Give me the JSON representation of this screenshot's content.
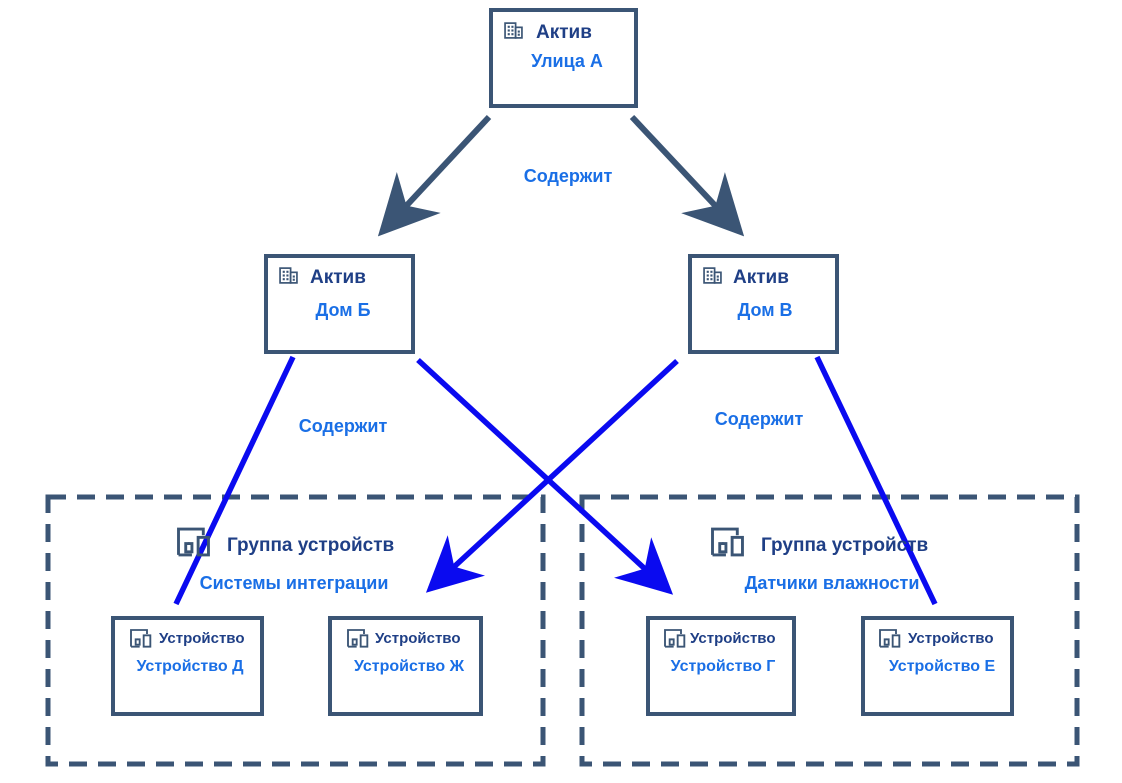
{
  "colors": {
    "box_stroke": "#3b5575",
    "dark_text": "#1f3f86",
    "blue_text": "#1a6fe6",
    "blue_line": "#0a0af0",
    "dark_line": "#3b5575"
  },
  "assets": {
    "street": {
      "type": "Актив",
      "name": "Улица А",
      "icon": "building-icon"
    },
    "house_b": {
      "type": "Актив",
      "name": "Дом Б",
      "icon": "building-icon"
    },
    "house_v": {
      "type": "Актив",
      "name": "Дом В",
      "icon": "building-icon"
    }
  },
  "relations": {
    "top": "Содержит",
    "left": "Содержит",
    "right": "Содержит"
  },
  "groups": {
    "left": {
      "type": "Группа устройств",
      "name": "Системы интеграции",
      "icon": "device-group-icon"
    },
    "right": {
      "type": "Группа устройств",
      "name": "Датчики влажности",
      "icon": "device-group-icon"
    }
  },
  "devices": {
    "d": {
      "type": "Устройство",
      "name": "Устройство Д",
      "icon": "device-icon"
    },
    "zh": {
      "type": "Устройство",
      "name": "Устройство Ж",
      "icon": "device-icon"
    },
    "g": {
      "type": "Устройство",
      "name": "Устройство Г",
      "icon": "device-icon"
    },
    "e": {
      "type": "Устройство",
      "name": "Устройство Е",
      "icon": "device-icon"
    }
  }
}
